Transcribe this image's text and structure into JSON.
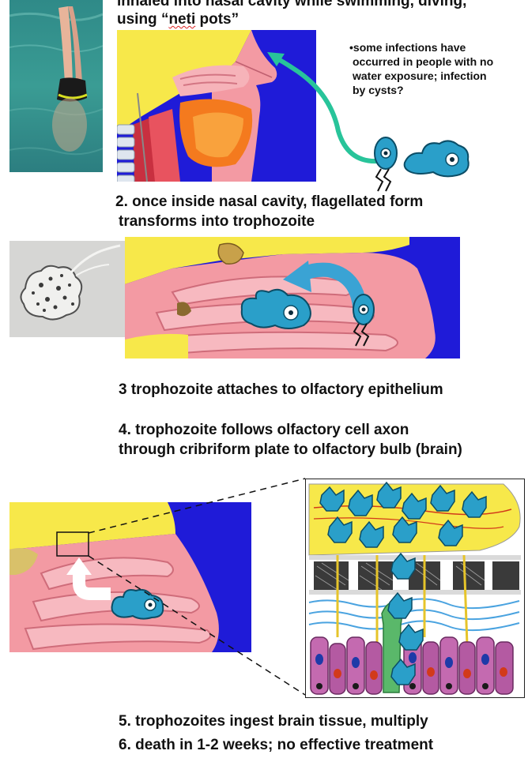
{
  "step1": {
    "line1": "inhaled into nasal cavity while swimming, diving,",
    "line2_prefix": "using “",
    "line2_word": "neti",
    "line2_suffix": " pots”"
  },
  "note": {
    "line1": "•some infections have",
    "line2": "occurred in people with no",
    "line3": "water exposure; infection",
    "line4": "by cysts?"
  },
  "step2": {
    "line1": "2.  once inside nasal cavity, flagellated form",
    "line2": "transforms into trophozoite"
  },
  "step3": "3  trophozoite attaches to olfactory epithelium",
  "step4": {
    "line1": "4.  trophozoite follows olfactory cell axon",
    "line2": "through cribriform plate to olfactory bulb (brain)"
  },
  "step5": "5.  trophozoites ingest brain tissue, multiply",
  "step6": "6.  death in 1-2 weeks; no effective treatment",
  "colors": {
    "blue_bg": "#1f1bd8",
    "flesh": "#f39aa3",
    "bone_yellow": "#f7e84a",
    "organism": "#2a9fc9",
    "arrow_green": "#28c49a",
    "arrow_blue": "#3aa3d4"
  }
}
